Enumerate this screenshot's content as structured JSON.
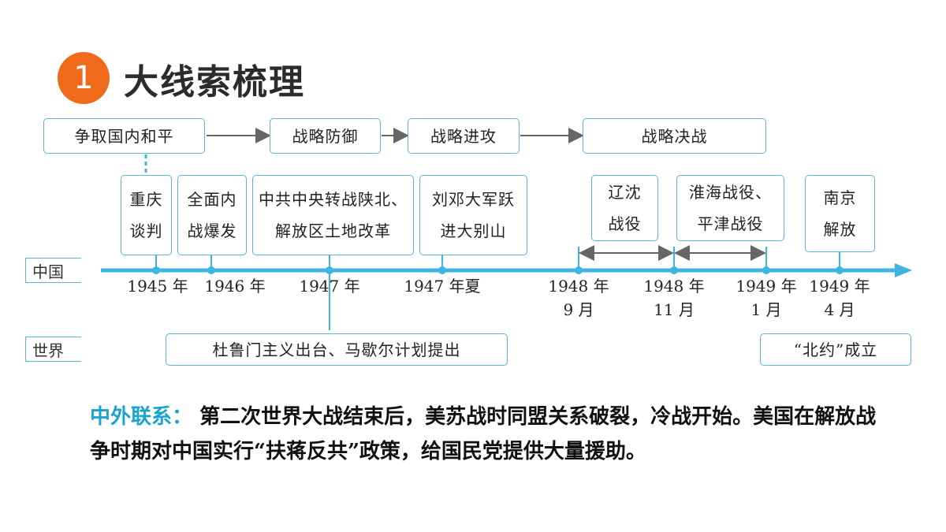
{
  "header": {
    "number": "1",
    "title": "大线索梳理"
  },
  "phases": [
    {
      "label": "争取国内和平"
    },
    {
      "label": "战略防御"
    },
    {
      "label": "战略进攻"
    },
    {
      "label": "战略决战"
    }
  ],
  "events_china": [
    {
      "text": "重庆\n谈判"
    },
    {
      "text": "全面内\n战爆发"
    },
    {
      "text": "中共中央转战陕北、\n解放区土地改革"
    },
    {
      "text": "刘邓大军跃\n进大别山"
    },
    {
      "text": "辽沈\n战役"
    },
    {
      "text": "淮海战役、\n平津战役"
    },
    {
      "text": "南京\n解放"
    }
  ],
  "rows": {
    "china": "中国",
    "world": "世界"
  },
  "years": [
    "1945 年",
    "1946 年",
    "1947 年",
    "1947 年夏",
    "1948 年\n9 月",
    "1948 年\n11 月",
    "1949 年\n1 月",
    "1949 年\n4 月"
  ],
  "events_world": [
    {
      "text": "杜鲁门主义出台、马歇尔计划提出"
    },
    {
      "text": "“北约”成立"
    }
  ],
  "note": {
    "label": "中外联系：",
    "text": "第二次世界大战结束后，美苏战时同盟关系破裂，冷战开始。美国在解放战争时期对中国实行“扶蒋反共”政策，给国民党提供大量援助。"
  },
  "colors": {
    "accent": "#56b9d3",
    "axis": "#3fb4e0",
    "badge": "#f06a1b",
    "arrow": "#666666"
  }
}
